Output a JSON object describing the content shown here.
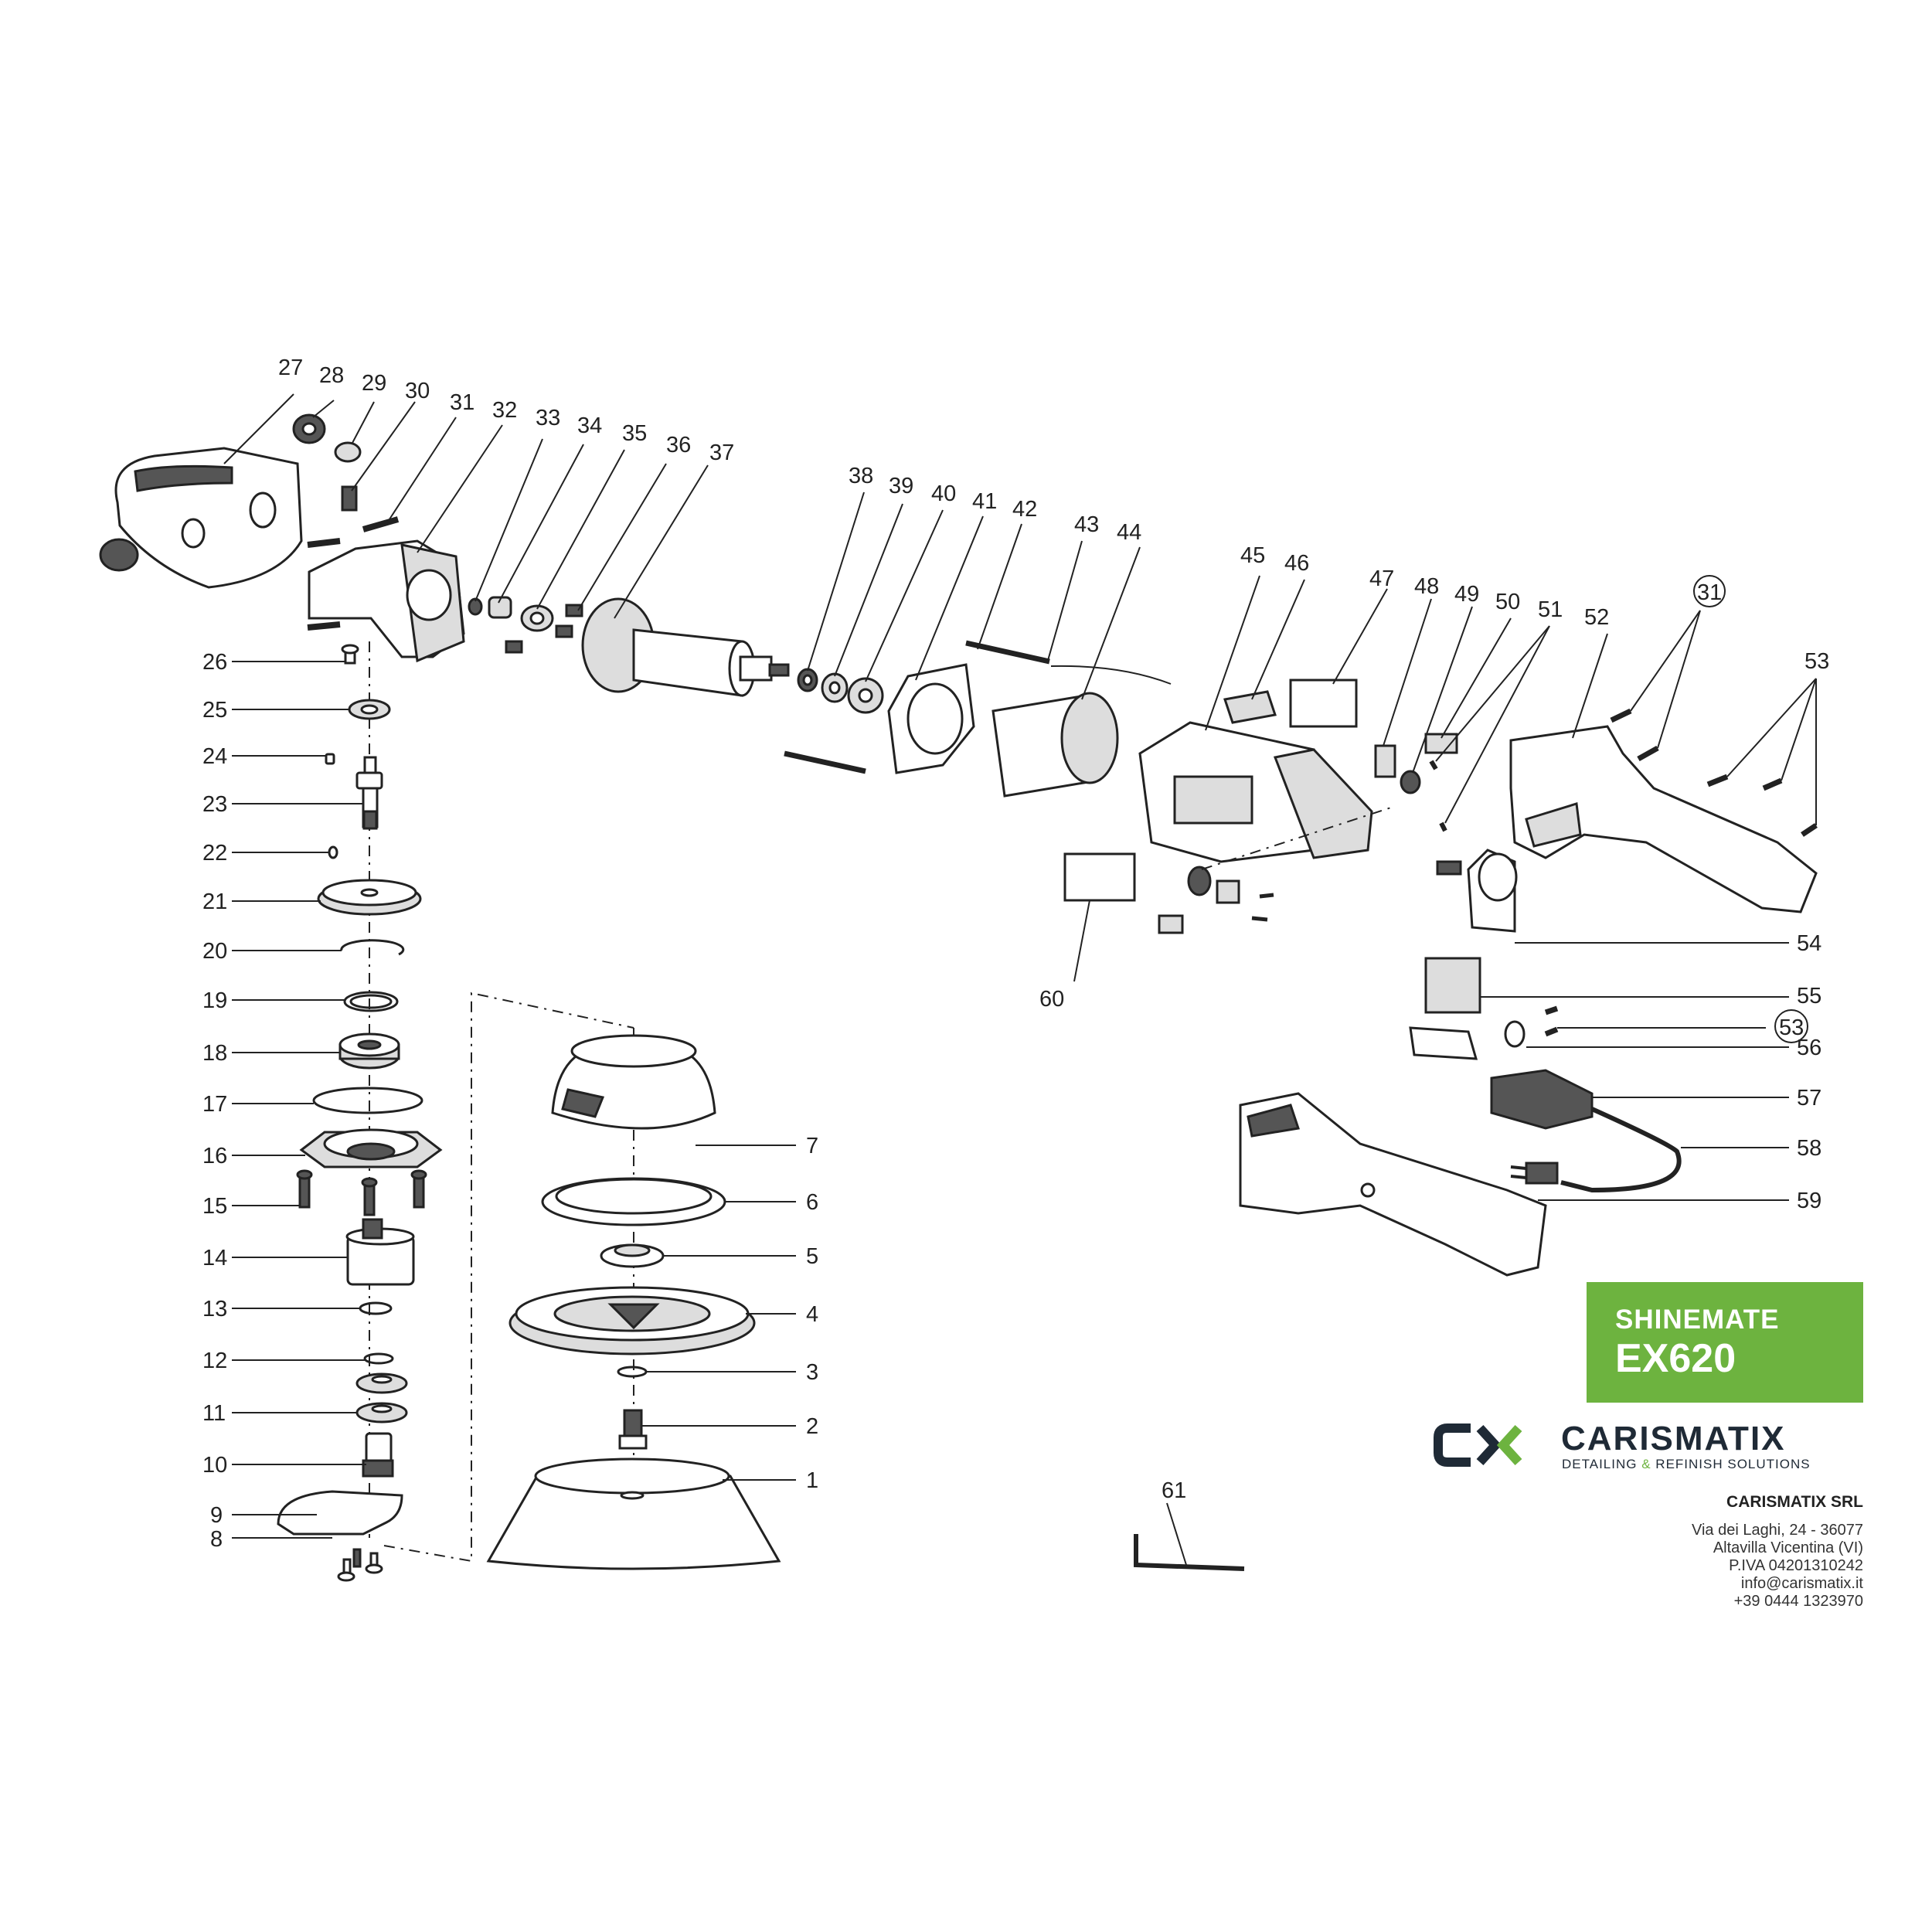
{
  "callouts": [
    "1",
    "2",
    "3",
    "4",
    "5",
    "6",
    "7",
    "8",
    "9",
    "10",
    "11",
    "12",
    "13",
    "14",
    "15",
    "16",
    "17",
    "18",
    "19",
    "20",
    "21",
    "22",
    "23",
    "24",
    "25",
    "26",
    "27",
    "28",
    "29",
    "30",
    "31",
    "32",
    "33",
    "34",
    "35",
    "36",
    "37",
    "38",
    "39",
    "40",
    "41",
    "42",
    "43",
    "44",
    "45",
    "46",
    "47",
    "48",
    "49",
    "50",
    "51",
    "52",
    "53",
    "54",
    "55",
    "56",
    "57",
    "58",
    "59",
    "60",
    "61"
  ],
  "circled": [
    "31",
    "53"
  ],
  "brand": {
    "name": "SHINEMATE",
    "model": "EX620"
  },
  "logo": {
    "mark": "CX",
    "word": "CARISMATIX",
    "tagline_a": "DETAILING",
    "tagline_amp": "&",
    "tagline_b": "REFINISH SOLUTIONS"
  },
  "company": {
    "name": "CARISMATIX SRL",
    "address1": "Via dei Laghi, 24 - 36077",
    "address2": "Altavilla Vicentina (VI)",
    "vat": "P.IVA 04201310242",
    "email": "info@carismatix.it",
    "phone": "+39 0444 1323970"
  },
  "colors": {
    "accent": "#6db33f",
    "dark": "#1f2a36"
  }
}
